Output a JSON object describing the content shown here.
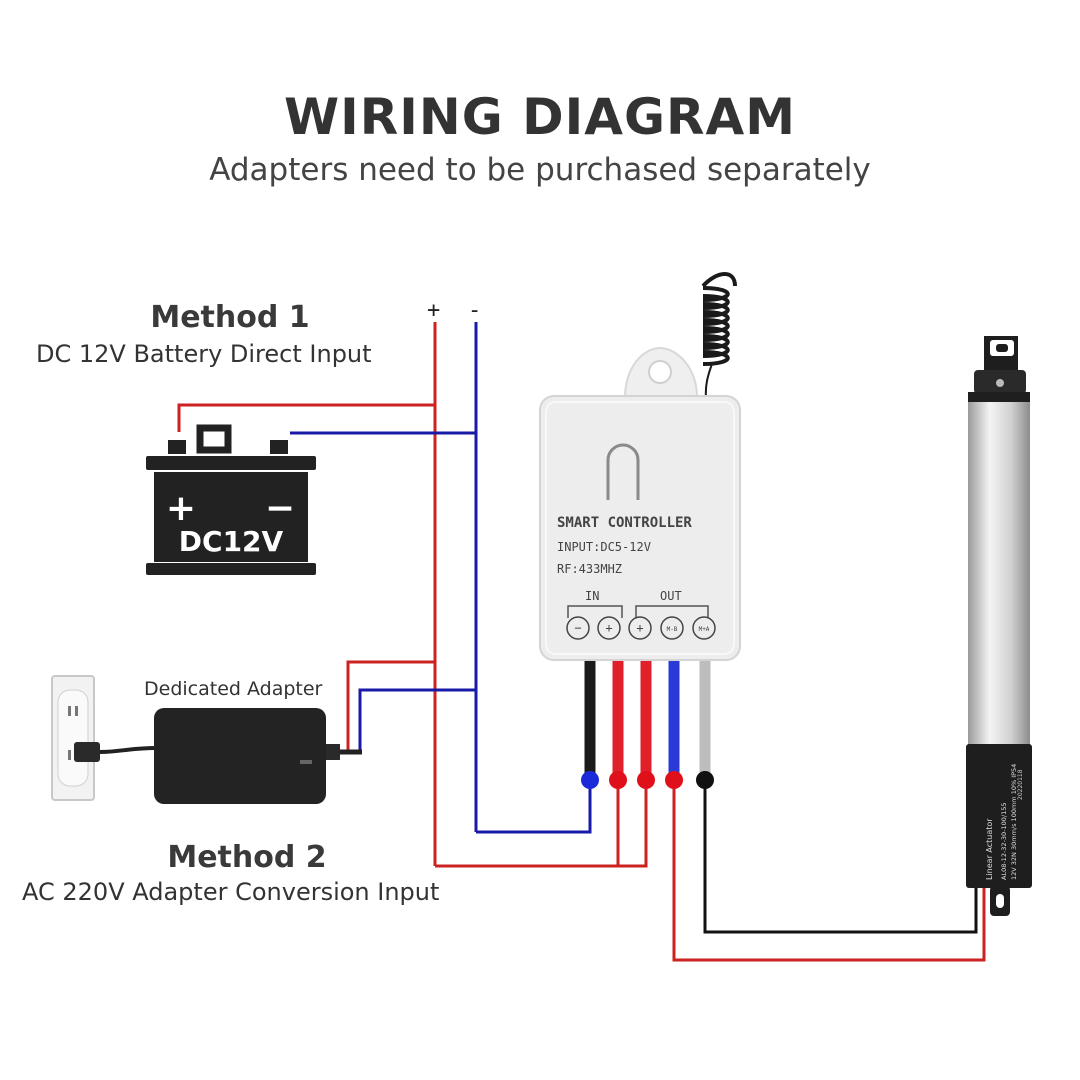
{
  "header": {
    "title": "WIRING DIAGRAM",
    "subtitle": "Adapters need to be purchased separately"
  },
  "method1": {
    "title": "Method 1",
    "subtitle": "DC 12V Battery Direct Input",
    "battery_label": "DC12V",
    "battery_plus": "+",
    "battery_minus": "−"
  },
  "method2": {
    "title": "Method 2",
    "subtitle": "AC 220V Adapter Conversion Input",
    "adapter_label": "Dedicated Adapter"
  },
  "polarity": {
    "plus": "+",
    "minus": "-"
  },
  "controller": {
    "name": "SMART CONTROLLER",
    "input": "INPUT:DC5-12V",
    "rf": "RF:433MHZ",
    "in_label": "IN",
    "out_label": "OUT",
    "terminals": [
      "−",
      "+",
      "+",
      "M-B",
      "M+A"
    ]
  },
  "actuator": {
    "label_lines": [
      "Linear Actuator",
      "AL08-12-32-30-100/155",
      "12V 32N 30mm/s 100mm 10% IP54"
    ],
    "date_code": "20220118"
  },
  "colors": {
    "red_wire": "#cc2222",
    "blue_wire": "#1a1aa8",
    "black_wire": "#111111",
    "grey_wire": "#bbbbbb"
  }
}
